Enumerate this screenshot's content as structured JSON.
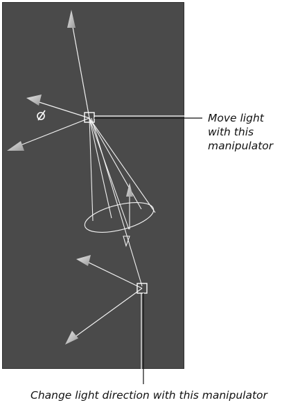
{
  "annotations": {
    "move_light": {
      "lines": [
        "Move light",
        "with this",
        "manipulator"
      ]
    },
    "change_direction": {
      "text": "Change light direction with this manipulator"
    }
  },
  "icons": {
    "light_symbol": "light-direction-symbol-icon"
  },
  "colors": {
    "viewport_bg": "#4a4a4a",
    "wire": "#f2f2f2",
    "arrowhead": "#c8c8c8",
    "label_text": "#111111"
  }
}
